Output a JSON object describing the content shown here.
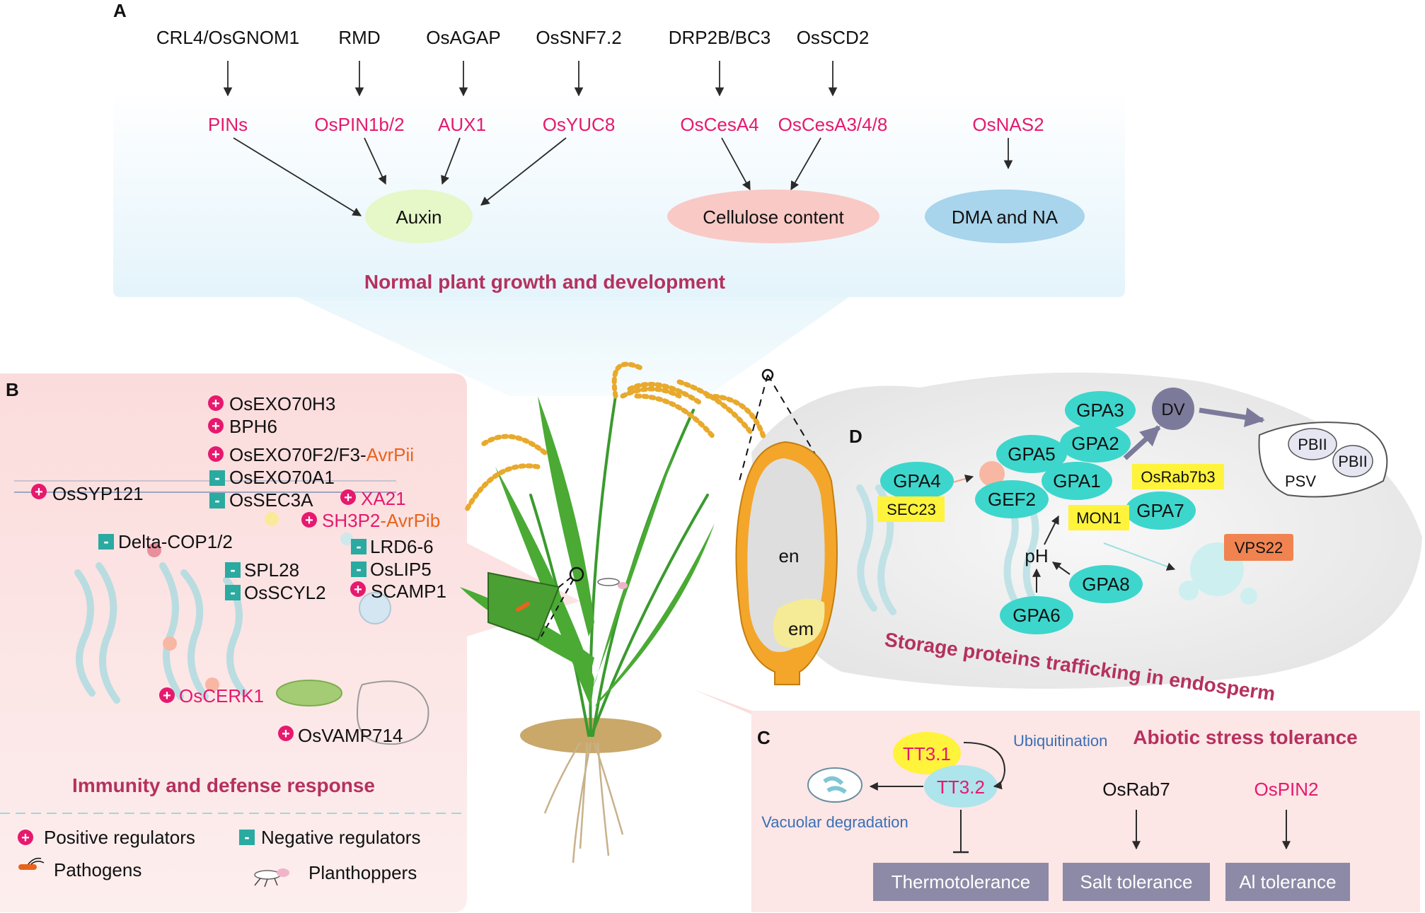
{
  "panels": {
    "a": {
      "letter": "A",
      "title": "Normal plant growth and development",
      "regulators": [
        "CRL4/OsGNOM1",
        "RMD",
        "OsAGAP",
        "OsSNF7.2",
        "DRP2B/BC3",
        "OsSCD2"
      ],
      "targets": [
        "PINs",
        "OsPIN1b/2",
        "AUX1",
        "OsYUC8",
        "OsCesA4",
        "OsCesA3/4/8",
        "OsNAS2"
      ],
      "outputs": [
        "Auxin",
        "Cellulose content",
        "DMA and NA"
      ]
    },
    "b": {
      "letter": "B",
      "title": "Immunity and defense response",
      "positive_black": [
        "OsEXO70H3",
        "BPH6",
        "OsEXO70F2/F3-",
        "OsSYP121",
        "SCAMP1",
        "OsVAMP714"
      ],
      "positive_pink": [
        "XA21",
        "SH3P2",
        "OsCERK1"
      ],
      "effectors": [
        "AvrPii",
        "-AvrPib"
      ],
      "negative": [
        "OsEXO70A1",
        "OsSEC3A",
        "Delta-COP1/2",
        "LRD6-6",
        "SPL28",
        "OsLIP5",
        "OsSCYL2"
      ],
      "legend": {
        "positive": "Positive regulators",
        "negative": "Negative regulators",
        "pathogens": "Pathogens",
        "planthoppers": "Planthoppers",
        "plus_symbol": "+",
        "minus_symbol": "-"
      }
    },
    "c": {
      "letter": "C",
      "title": "Abiotic stress tolerance",
      "tt31": "TT3.1",
      "tt32": "TT3.2",
      "ubiquitination": "Ubiquitination",
      "vacuolar": "Vacuolar degradation",
      "osrab7": "OsRab7",
      "ospin2": "OsPIN2",
      "outcomes": [
        "Thermotolerance",
        "Salt tolerance",
        "Al tolerance"
      ]
    },
    "d": {
      "letter": "D",
      "title": "Storage proteins trafficking in endosperm",
      "gpa": [
        "GPA3",
        "GPA5",
        "GPA2",
        "GPA1",
        "GEF2",
        "GPA4",
        "GPA7",
        "GPA8",
        "GPA6"
      ],
      "yellow": [
        "SEC23",
        "MON1",
        "OsRab7b3"
      ],
      "dv": "DV",
      "pbii": "PBII",
      "psv": "PSV",
      "vps22": "VPS22",
      "ph": "pH"
    },
    "seed": {
      "en": "en",
      "em": "em"
    }
  },
  "colors": {
    "pink_text": "#e6196e",
    "orange_text": "#e8641c",
    "title_text": "#b5315f",
    "blue_text": "#3a6fb5",
    "gpa_fill": "#3dd6cc",
    "yellow_fill": "#fff33b",
    "gray_box": "#8c8aa6",
    "dv_fill": "#7c7a9a",
    "vps_fill": "#f08350"
  }
}
